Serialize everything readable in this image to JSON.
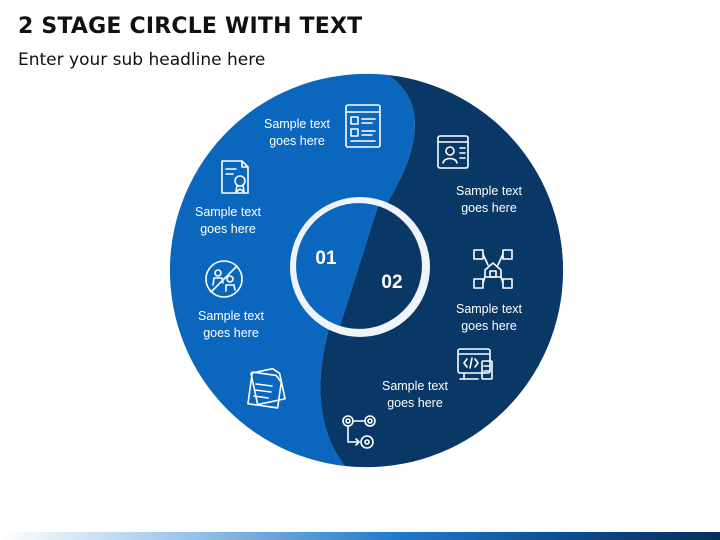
{
  "header": {
    "title": "2 STAGE CIRCLE WITH TEXT",
    "subtitle": "Enter your sub headline here"
  },
  "colors": {
    "stage_1": "#0B67BE",
    "stage_2": "#0A3866",
    "accent_light": "#EEF4FA"
  },
  "stages": [
    {
      "number": "01",
      "color": "#0B67BE"
    },
    {
      "number": "02",
      "color": "#0A3866"
    }
  ],
  "left_items": [
    {
      "text_line1": "Sample text",
      "text_line2": "goes here",
      "icon": "form-document-icon"
    },
    {
      "text_line1": "Sample text",
      "text_line2": "goes here",
      "icon": "certificate-icon"
    },
    {
      "text_line1": "Sample text",
      "text_line2": "goes here",
      "icon": "no-people-icon"
    },
    {
      "icon": "documents-stack-icon"
    }
  ],
  "right_items": [
    {
      "text_line1": "Sample text",
      "text_line2": "goes here",
      "icon": "profile-page-icon"
    },
    {
      "text_line1": "Sample text",
      "text_line2": "goes here",
      "icon": "warehouse-network-icon"
    },
    {
      "text_line1": "Sample text",
      "text_line2": "goes here",
      "icon": "code-server-icon"
    },
    {
      "icon": "gears-process-icon"
    }
  ]
}
